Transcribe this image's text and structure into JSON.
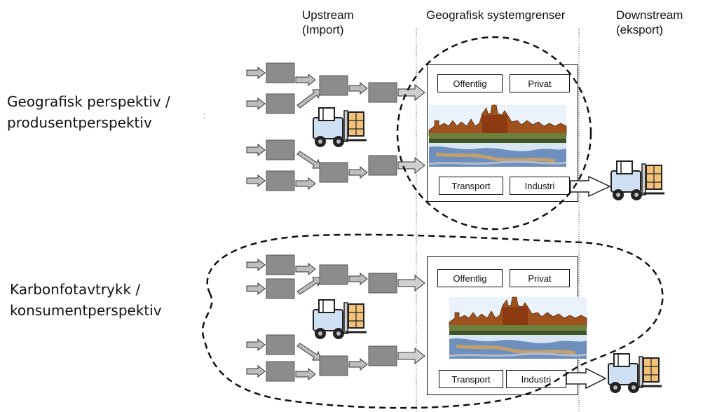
{
  "headers": {
    "upstream": "Upstream\n(Import)",
    "boundary": "Geografisk systemgrenser",
    "downstream": "Downstream\n(eksport)"
  },
  "rows": [
    {
      "label": "Geografisk perspektiv /\nprodusentperspektiv",
      "sectors": [
        "Offentlig",
        "Privat",
        "Transport",
        "Industri"
      ],
      "boundary_shape": "circle"
    },
    {
      "label": "Karbonfotavtrykk /\nkonsumentperspektiv",
      "sectors": [
        "Offentlig",
        "Privat",
        "Transport",
        "Industri"
      ],
      "boundary_shape": "blob"
    }
  ],
  "stray_mark": "ː",
  "icons": [
    "forklift-icon",
    "town-illustration"
  ],
  "colors": {
    "process_box": "#8c8c8c",
    "arrow_fill": "#bdbdbd",
    "forklift_body": "#cfe0f5"
  }
}
